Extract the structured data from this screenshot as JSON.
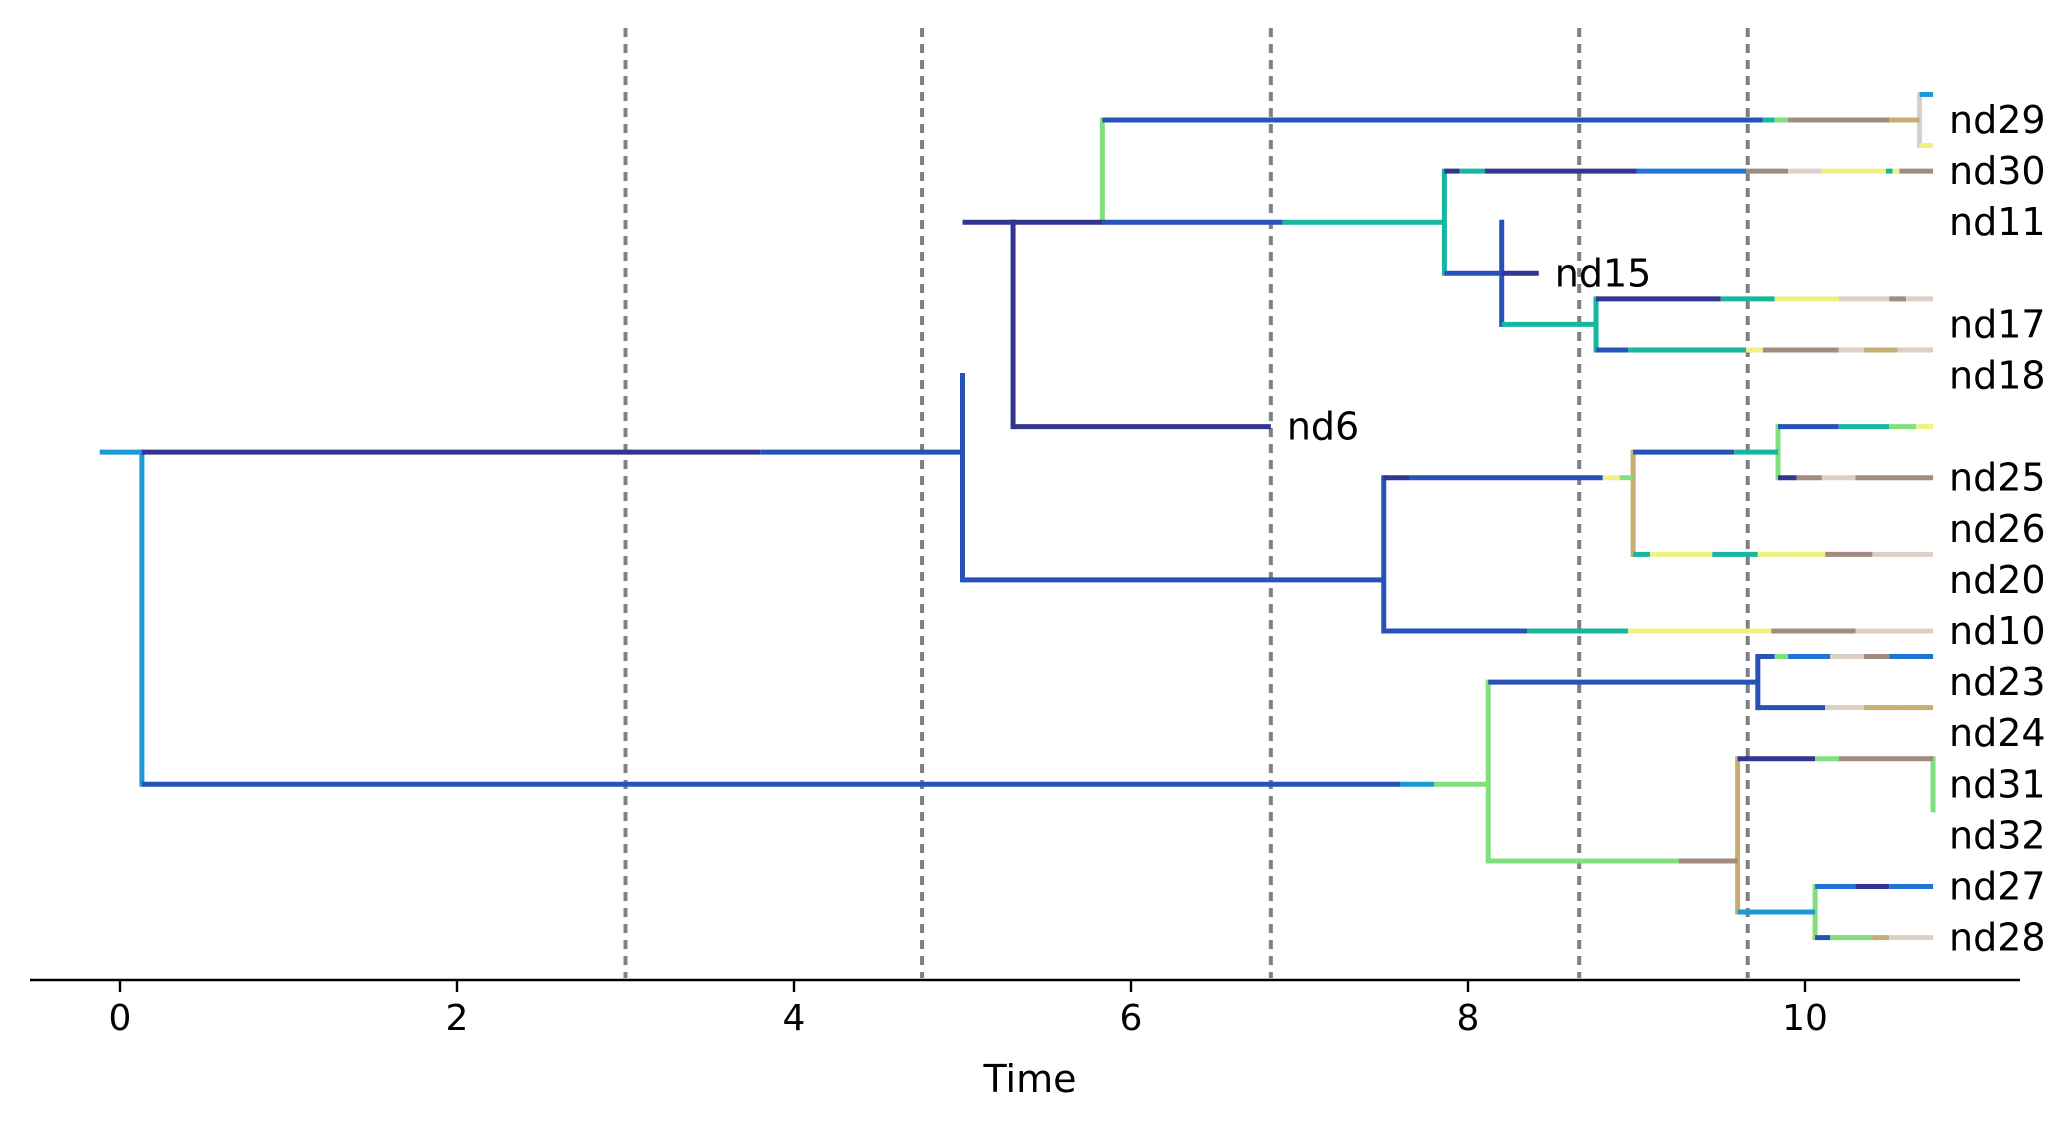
{
  "chart_data": {
    "type": "tree",
    "xlabel": "Time",
    "ylabel": "",
    "title": "",
    "xlim": [
      -0.55,
      11.3
    ],
    "xticks": [
      0,
      2,
      4,
      6,
      8,
      10
    ],
    "xtick_labels": [
      "0",
      "2",
      "4",
      "6",
      "8",
      "10"
    ],
    "vlines": [
      3.0,
      4.76,
      6.83,
      8.66,
      9.66
    ],
    "vline_color": "#808080",
    "colors": {
      "dark_indigo": "#323591",
      "royal_blue": "#2753b8",
      "sky_blue": "#1c9ad6",
      "bright_blue": "#1f74d5",
      "teal": "#17b69f",
      "green": "#81e07d",
      "yellow": "#eef282",
      "tan": "#c5ad74",
      "taupe": "#a28c80",
      "beige": "#dccfc8"
    },
    "tips": [
      {
        "name": "nd29",
        "row": 0,
        "time": 10.76
      },
      {
        "name": "nd30",
        "row": 1,
        "time": 10.76
      },
      {
        "name": "nd11",
        "row": 2,
        "time": 10.76
      },
      {
        "name": "nd15",
        "row": 3,
        "time": 8.42
      },
      {
        "name": "nd17",
        "row": 4,
        "time": 10.76
      },
      {
        "name": "nd18",
        "row": 5,
        "time": 10.76
      },
      {
        "name": "nd6",
        "row": 6,
        "time": 6.83
      },
      {
        "name": "nd25",
        "row": 7,
        "time": 10.76
      },
      {
        "name": "nd26",
        "row": 8,
        "time": 10.76
      },
      {
        "name": "nd20",
        "row": 9,
        "time": 10.76
      },
      {
        "name": "nd10",
        "row": 10,
        "time": 10.76
      },
      {
        "name": "nd23",
        "row": 11,
        "time": 10.76
      },
      {
        "name": "nd24",
        "row": 12,
        "time": 10.76
      },
      {
        "name": "nd31",
        "row": 13,
        "time": 10.76
      },
      {
        "name": "nd32",
        "row": 14,
        "time": 10.76
      },
      {
        "name": "nd27",
        "row": 15,
        "time": 10.76
      },
      {
        "name": "nd28",
        "row": 16,
        "time": 10.76
      }
    ],
    "nodes": [
      {
        "id": "root",
        "time": 0.13,
        "rows": [
          6.5,
          13.0
        ],
        "color": "sky_blue"
      },
      {
        "id": "A",
        "time": 5.0,
        "rows": [
          5.0,
          9.0
        ],
        "color": "royal_blue"
      },
      {
        "id": "B",
        "time": 5.3,
        "rows": [
          2.0,
          6.0
        ],
        "color": "dark_indigo"
      },
      {
        "id": "C",
        "time": 5.83,
        "rows": [
          0.0,
          2.0
        ],
        "color": "green"
      },
      {
        "id": "D",
        "time": 10.68,
        "rows": [
          -0.5,
          0.5
        ],
        "color": "beige"
      },
      {
        "id": "E",
        "time": 7.86,
        "rows": [
          1.0,
          3.0
        ],
        "color": "teal"
      },
      {
        "id": "F",
        "time": 8.2,
        "rows": [
          2.0,
          4.0
        ],
        "color": "royal_blue"
      },
      {
        "id": "G",
        "time": 8.76,
        "rows": [
          3.5,
          4.5
        ],
        "color": "teal"
      },
      {
        "id": "H",
        "time": 7.5,
        "rows": [
          7.0,
          10.0
        ],
        "color": "royal_blue"
      },
      {
        "id": "I",
        "time": 8.98,
        "rows": [
          6.5,
          8.5
        ],
        "color": "tan"
      },
      {
        "id": "J",
        "time": 9.84,
        "rows": [
          6.0,
          7.0
        ],
        "color": "green"
      },
      {
        "id": "K",
        "time": 8.12,
        "rows": [
          11.0,
          14.5
        ],
        "color": "green"
      },
      {
        "id": "L",
        "time": 9.72,
        "rows": [
          10.5,
          11.5
        ],
        "color": "royal_blue"
      },
      {
        "id": "M",
        "time": 9.6,
        "rows": [
          12.5,
          15.5
        ],
        "color": "tan"
      },
      {
        "id": "N",
        "time": 10.76,
        "rows": [
          12.5,
          13.5
        ],
        "color": "green"
      },
      {
        "id": "O",
        "time": 10.06,
        "rows": [
          15.0,
          16.0
        ],
        "color": "green"
      }
    ],
    "branches": [
      {
        "row": 6.5,
        "segs": [
          [
            -0.12,
            0.13,
            "sky_blue"
          ]
        ]
      },
      {
        "row": 6.5,
        "segs": [
          [
            0.13,
            3.8,
            "dark_indigo"
          ],
          [
            3.8,
            5.0,
            "royal_blue"
          ]
        ]
      },
      {
        "row": 13.0,
        "segs": [
          [
            0.13,
            7.6,
            "royal_blue"
          ],
          [
            7.6,
            7.8,
            "sky_blue"
          ],
          [
            7.8,
            8.12,
            "green"
          ]
        ]
      },
      {
        "row": 2.0,
        "segs": [
          [
            5.0,
            5.3,
            "dark_indigo"
          ]
        ]
      },
      {
        "row": 9.0,
        "segs": [
          [
            5.0,
            7.5,
            "royal_blue"
          ]
        ]
      },
      {
        "row": 6.0,
        "segs": [
          [
            5.3,
            6.83,
            "dark_indigo"
          ]
        ]
      },
      {
        "row": 2.0,
        "segs": [
          [
            5.3,
            5.83,
            "dark_indigo"
          ]
        ]
      },
      {
        "row": 0.0,
        "segs": [
          [
            5.83,
            9.75,
            "royal_blue"
          ],
          [
            9.75,
            9.82,
            "teal"
          ],
          [
            9.82,
            9.9,
            "green"
          ],
          [
            9.9,
            10.5,
            "taupe"
          ],
          [
            10.5,
            10.68,
            "tan"
          ]
        ]
      },
      {
        "row": -0.5,
        "segs": [
          [
            10.68,
            10.76,
            "sky_blue"
          ]
        ]
      },
      {
        "row": 0.5,
        "segs": [
          [
            10.68,
            10.76,
            "yellow"
          ]
        ]
      },
      {
        "row": 2.0,
        "segs": [
          [
            5.83,
            6.9,
            "royal_blue"
          ],
          [
            6.9,
            7.86,
            "teal"
          ]
        ]
      },
      {
        "row": 1.0,
        "segs": [
          [
            7.86,
            7.95,
            "dark_indigo"
          ],
          [
            7.95,
            8.1,
            "teal"
          ],
          [
            8.1,
            9.0,
            "dark_indigo"
          ],
          [
            9.0,
            9.65,
            "bright_blue"
          ],
          [
            9.65,
            9.9,
            "taupe"
          ],
          [
            9.9,
            10.1,
            "beige"
          ],
          [
            10.1,
            10.48,
            "yellow"
          ],
          [
            10.48,
            10.52,
            "teal"
          ],
          [
            10.52,
            10.56,
            "yellow"
          ],
          [
            10.56,
            10.76,
            "taupe"
          ]
        ]
      },
      {
        "row": 3.0,
        "segs": [
          [
            7.86,
            8.2,
            "royal_blue"
          ]
        ]
      },
      {
        "row": 3.0,
        "segs": [
          [
            8.2,
            8.42,
            "dark_indigo"
          ]
        ]
      },
      {
        "row": 4.0,
        "segs": [
          [
            8.2,
            8.76,
            "teal"
          ]
        ]
      },
      {
        "row": 3.5,
        "segs": [
          [
            8.76,
            9.5,
            "dark_indigo"
          ],
          [
            9.5,
            9.82,
            "teal"
          ],
          [
            9.82,
            10.2,
            "yellow"
          ],
          [
            10.2,
            10.5,
            "beige"
          ],
          [
            10.5,
            10.6,
            "taupe"
          ],
          [
            10.6,
            10.76,
            "beige"
          ]
        ]
      },
      {
        "row": 4.5,
        "segs": [
          [
            8.76,
            8.95,
            "royal_blue"
          ],
          [
            8.95,
            9.65,
            "teal"
          ],
          [
            9.65,
            9.75,
            "yellow"
          ],
          [
            9.75,
            10.2,
            "taupe"
          ],
          [
            10.2,
            10.35,
            "beige"
          ],
          [
            10.35,
            10.55,
            "tan"
          ],
          [
            10.55,
            10.76,
            "beige"
          ]
        ]
      },
      {
        "row": 7.0,
        "segs": [
          [
            7.5,
            7.65,
            "dark_indigo"
          ],
          [
            7.65,
            8.8,
            "royal_blue"
          ],
          [
            8.8,
            8.9,
            "yellow"
          ],
          [
            8.9,
            8.98,
            "green"
          ]
        ]
      },
      {
        "row": 10.0,
        "segs": [
          [
            7.5,
            8.35,
            "royal_blue"
          ],
          [
            8.35,
            8.95,
            "teal"
          ],
          [
            8.95,
            9.8,
            "yellow"
          ],
          [
            9.8,
            10.3,
            "taupe"
          ],
          [
            10.3,
            10.76,
            "beige"
          ]
        ]
      },
      {
        "row": 6.5,
        "segs": [
          [
            8.98,
            9.58,
            "royal_blue"
          ],
          [
            9.58,
            9.84,
            "teal"
          ]
        ]
      },
      {
        "row": 8.5,
        "segs": [
          [
            8.98,
            9.08,
            "teal"
          ],
          [
            9.08,
            9.45,
            "yellow"
          ],
          [
            9.45,
            9.72,
            "teal"
          ],
          [
            9.72,
            9.84,
            "yellow"
          ],
          [
            9.84,
            10.12,
            "yellow"
          ],
          [
            10.12,
            10.4,
            "taupe"
          ],
          [
            10.4,
            10.76,
            "beige"
          ]
        ]
      },
      {
        "row": 6.0,
        "segs": [
          [
            9.84,
            10.2,
            "royal_blue"
          ],
          [
            10.2,
            10.5,
            "teal"
          ],
          [
            10.5,
            10.66,
            "green"
          ],
          [
            10.66,
            10.76,
            "yellow"
          ]
        ]
      },
      {
        "row": 7.0,
        "segs": [
          [
            9.84,
            9.95,
            "dark_indigo"
          ],
          [
            9.95,
            10.1,
            "taupe"
          ],
          [
            10.1,
            10.3,
            "beige"
          ],
          [
            10.3,
            10.6,
            "taupe"
          ],
          [
            10.6,
            10.76,
            "taupe"
          ]
        ]
      },
      {
        "row": 11.0,
        "segs": [
          [
            8.12,
            9.72,
            "royal_blue"
          ]
        ]
      },
      {
        "row": 10.5,
        "segs": [
          [
            9.72,
            9.82,
            "royal_blue"
          ],
          [
            9.82,
            9.9,
            "green"
          ],
          [
            9.9,
            10.15,
            "bright_blue"
          ],
          [
            10.15,
            10.35,
            "beige"
          ],
          [
            10.35,
            10.5,
            "taupe"
          ],
          [
            10.5,
            10.76,
            "bright_blue"
          ]
        ]
      },
      {
        "row": 11.5,
        "segs": [
          [
            9.72,
            10.12,
            "royal_blue"
          ],
          [
            10.12,
            10.35,
            "beige"
          ],
          [
            10.35,
            10.55,
            "tan"
          ],
          [
            10.55,
            10.76,
            "tan"
          ]
        ]
      },
      {
        "row": 14.5,
        "segs": [
          [
            8.12,
            9.25,
            "green"
          ],
          [
            9.25,
            9.6,
            "taupe"
          ]
        ]
      },
      {
        "row": 12.5,
        "segs": [
          [
            9.6,
            10.06,
            "dark_indigo"
          ],
          [
            10.06,
            10.2,
            "green"
          ],
          [
            10.2,
            10.55,
            "taupe"
          ],
          [
            10.55,
            10.76,
            "taupe"
          ]
        ]
      },
      {
        "row": 15.5,
        "segs": [
          [
            9.6,
            10.06,
            "sky_blue"
          ]
        ]
      },
      {
        "row": 15.0,
        "segs": [
          [
            10.06,
            10.3,
            "bright_blue"
          ],
          [
            10.3,
            10.5,
            "dark_indigo"
          ],
          [
            10.5,
            10.76,
            "bright_blue"
          ]
        ]
      },
      {
        "row": 16.0,
        "segs": [
          [
            10.06,
            10.15,
            "royal_blue"
          ],
          [
            10.15,
            10.4,
            "green"
          ],
          [
            10.4,
            10.5,
            "tan"
          ],
          [
            10.5,
            10.76,
            "beige"
          ]
        ]
      }
    ]
  }
}
